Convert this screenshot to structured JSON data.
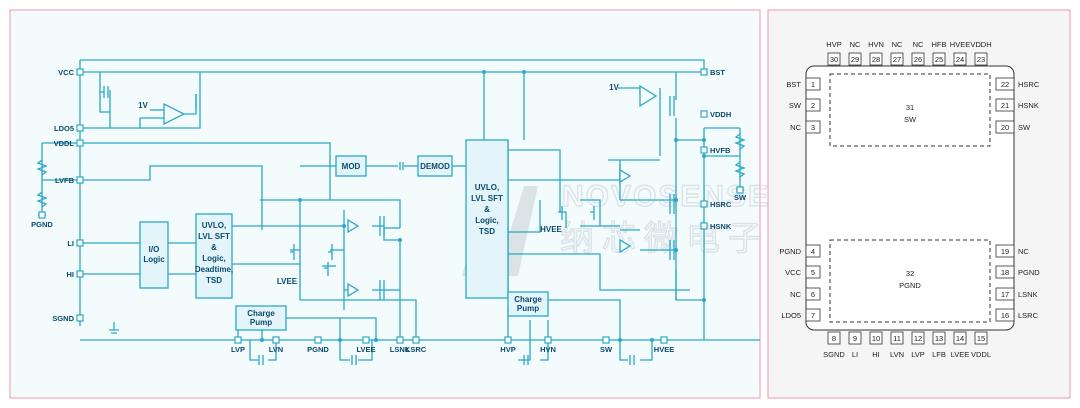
{
  "colors": {
    "wire": "#2ba8c7",
    "label": "#0b4a6e",
    "block_fill": "#e3f5fa",
    "panel_left": "#f3fbfd",
    "panel_right": "#f5f5f5",
    "panel_border": "#f4a7b9",
    "watermark": "#c9d1d6"
  },
  "watermark": {
    "brand": "NOVOSENSE",
    "cn": "纳芯微电子"
  },
  "blocks": {
    "io_logic": [
      "I/O",
      "Logic"
    ],
    "uvlo_left": [
      "UVLO,",
      "LVL SFT",
      "&",
      "Logic,",
      "Deadtime,",
      "TSD"
    ],
    "uvlo_right": [
      "UVLO,",
      "LVL SFT",
      "&",
      "Logic,",
      "TSD"
    ],
    "mod": "MOD",
    "demod": "DEMOD",
    "charge_pump": [
      "Charge",
      "Pump"
    ],
    "ref_1v": "1V"
  },
  "pins_left": [
    "VCC",
    "LDO5",
    "VDDL",
    "LVFB",
    "PGND",
    "LI",
    "HI",
    "SGND"
  ],
  "pins_bottom_left": [
    "LVP",
    "LVN",
    "PGND",
    "LVEE",
    "LSNK",
    "LSRC"
  ],
  "pins_bottom_right": [
    "HVP",
    "HVN",
    "SW",
    "HVEE"
  ],
  "pins_right": [
    "BST",
    "VDDH",
    "HVFB",
    "SW",
    "HSRC",
    "HSNK"
  ],
  "inner_labels": {
    "lvee": "LVEE",
    "hvee": "HVEE"
  },
  "package": {
    "top": [
      {
        "num": "30",
        "name": "HVP"
      },
      {
        "num": "29",
        "name": "NC"
      },
      {
        "num": "28",
        "name": "HVN"
      },
      {
        "num": "27",
        "name": "NC"
      },
      {
        "num": "26",
        "name": "NC"
      },
      {
        "num": "25",
        "name": "HFB"
      },
      {
        "num": "24",
        "name": "HVEE"
      },
      {
        "num": "23",
        "name": "VDDH"
      }
    ],
    "left": [
      {
        "num": "1",
        "name": "BST"
      },
      {
        "num": "2",
        "name": "SW"
      },
      {
        "num": "3",
        "name": "NC"
      },
      {
        "num": "4",
        "name": "PGND"
      },
      {
        "num": "5",
        "name": "VCC"
      },
      {
        "num": "6",
        "name": "NC"
      },
      {
        "num": "7",
        "name": "LDO5"
      }
    ],
    "right": [
      {
        "num": "22",
        "name": "HSRC"
      },
      {
        "num": "21",
        "name": "HSNK"
      },
      {
        "num": "20",
        "name": "SW"
      },
      {
        "num": "19",
        "name": "NC"
      },
      {
        "num": "18",
        "name": "PGND"
      },
      {
        "num": "17",
        "name": "LSNK"
      },
      {
        "num": "16",
        "name": "LSRC"
      }
    ],
    "bottom": [
      {
        "num": "8",
        "name": "SGND"
      },
      {
        "num": "9",
        "name": "LI"
      },
      {
        "num": "10",
        "name": "HI"
      },
      {
        "num": "11",
        "name": "LVN"
      },
      {
        "num": "12",
        "name": "LVP"
      },
      {
        "num": "13",
        "name": "LFB"
      },
      {
        "num": "14",
        "name": "LVEE"
      },
      {
        "num": "15",
        "name": "VDDL"
      }
    ],
    "pad_top": {
      "num": "31",
      "name": "SW"
    },
    "pad_bottom": {
      "num": "32",
      "name": "PGND"
    }
  }
}
